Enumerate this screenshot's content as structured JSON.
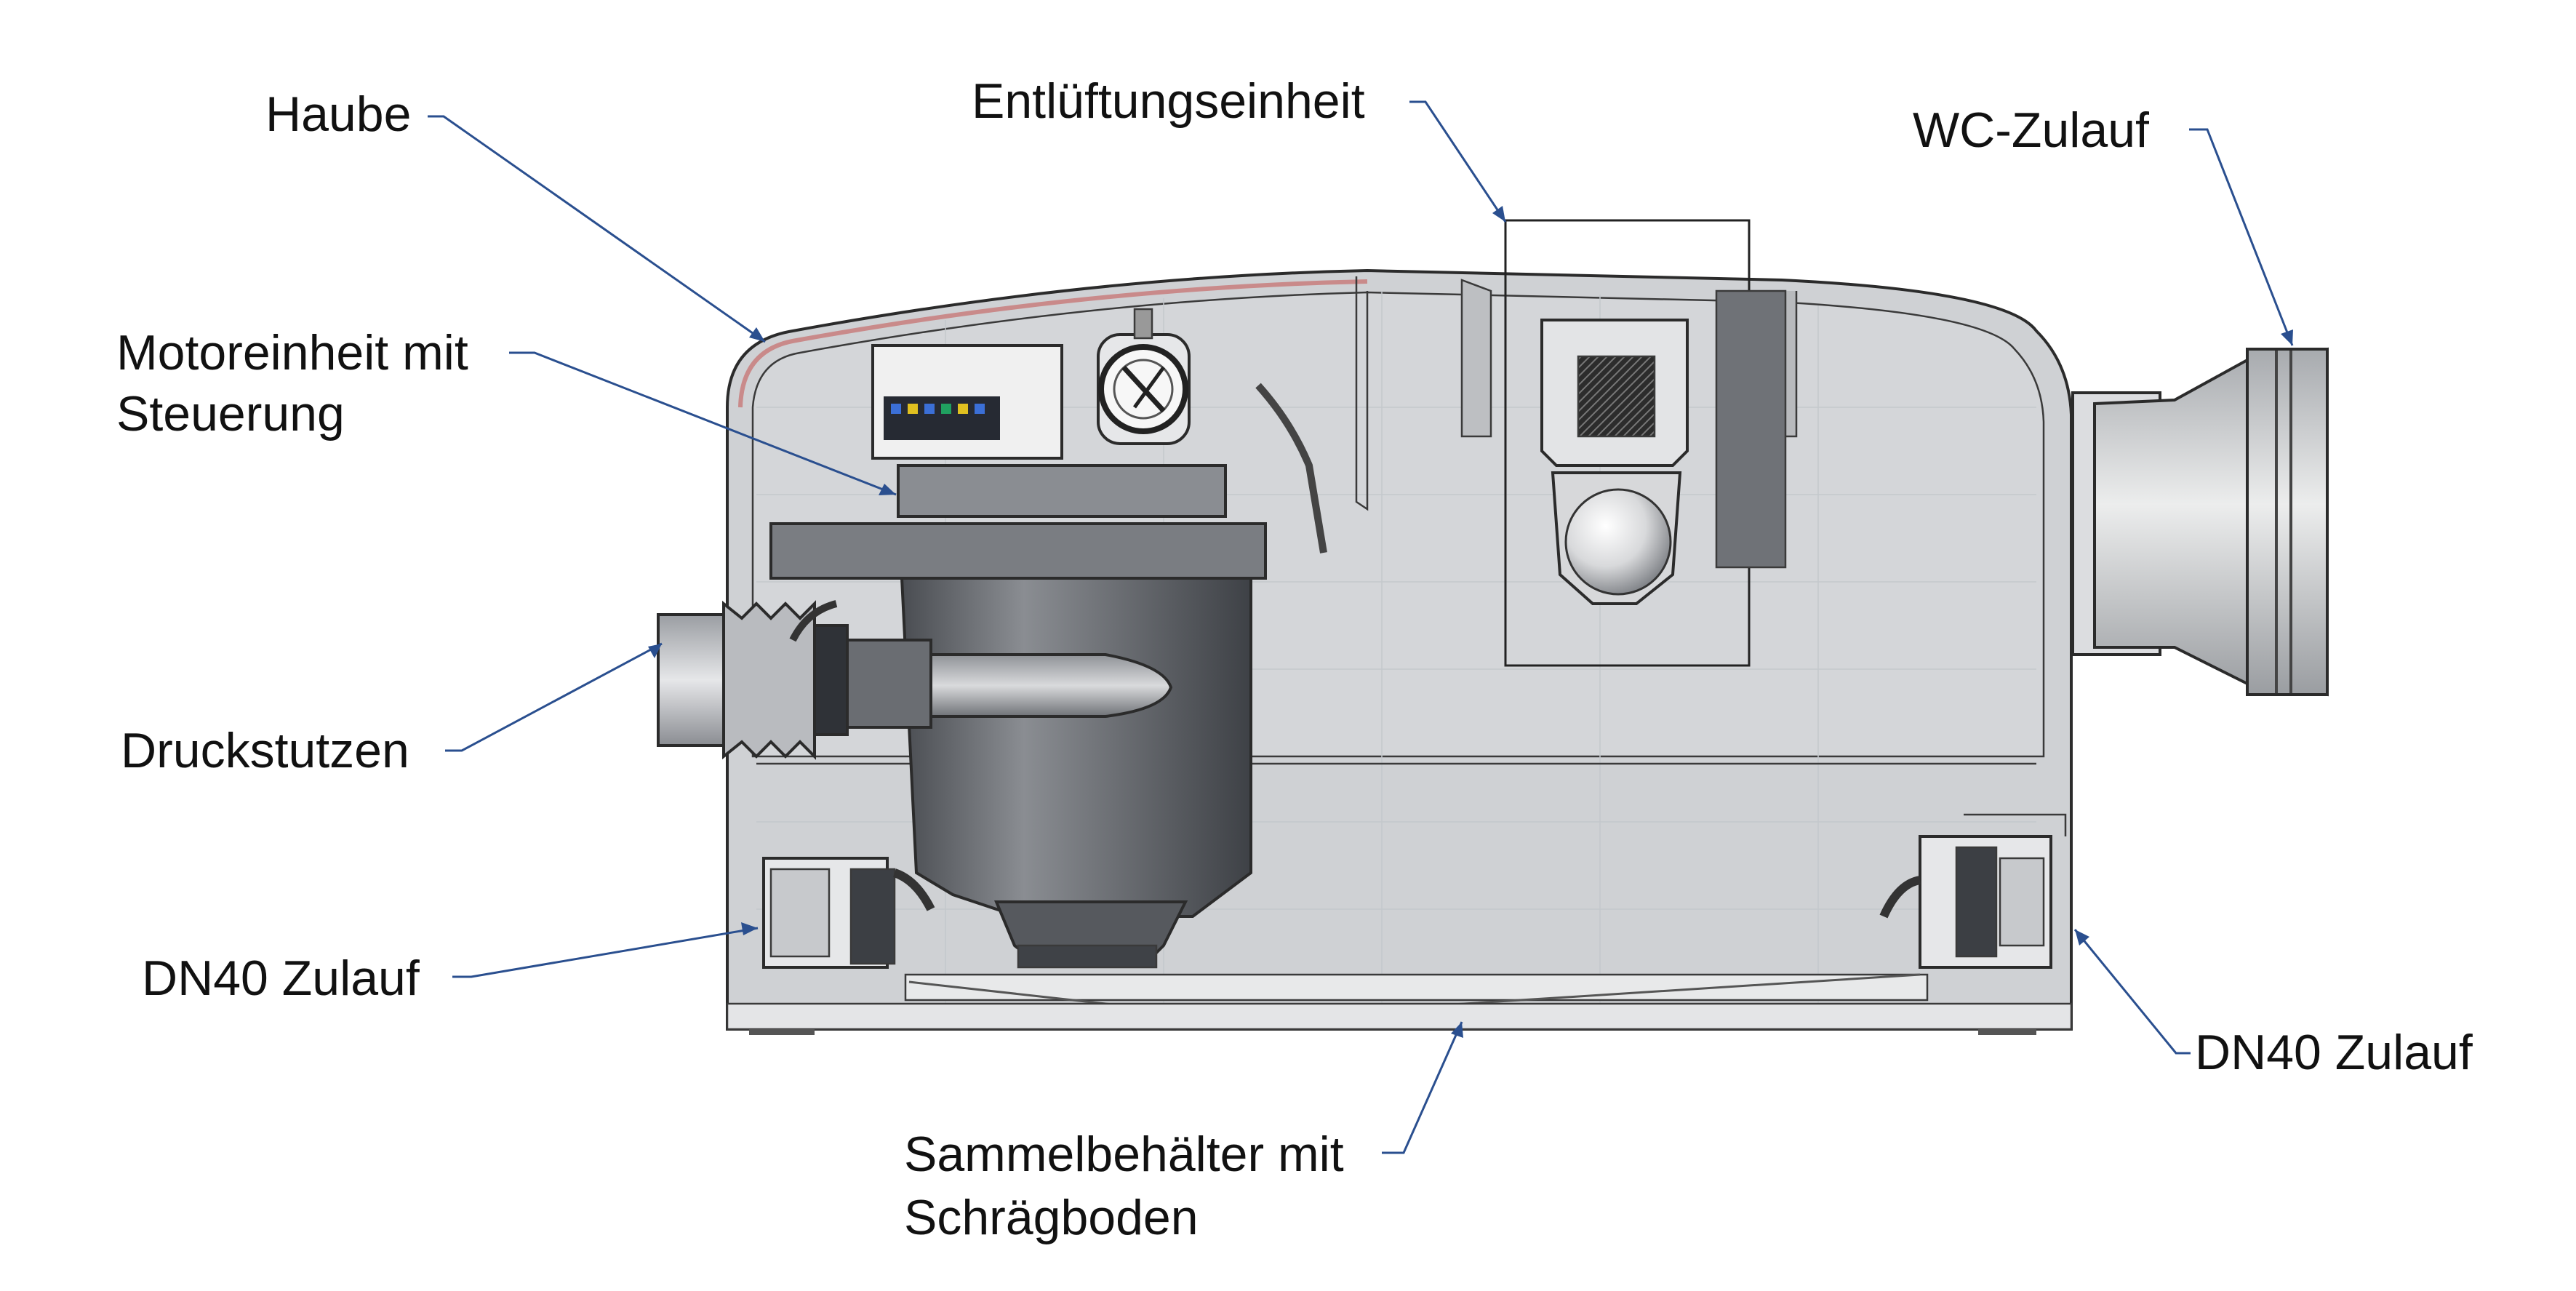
{
  "labels": {
    "haube": "Haube",
    "motoreinheit_line1": "Motoreinheit mit",
    "motoreinheit_line2": "Steuerung",
    "druckstutzen": "Druckstutzen",
    "dn40_left": "DN40 Zulauf",
    "entlueftung": "Entlüftungseinheit",
    "wc_zulauf": "WC-Zulauf",
    "dn40_right": "DN40 Zulauf",
    "sammel_line1": "Sammelbehälter mit",
    "sammel_line2": "Schrägboden"
  },
  "icons": {
    "gauge": "pressure-gauge-icon",
    "float_ball": "float-ball-icon"
  },
  "colors": {
    "leader": "#2a4f8f",
    "housing": "#cfd1d4",
    "housing_dark": "#8e9196",
    "motor": "#5e6166",
    "cover_edge": "#c98a8a",
    "text": "#111111"
  }
}
